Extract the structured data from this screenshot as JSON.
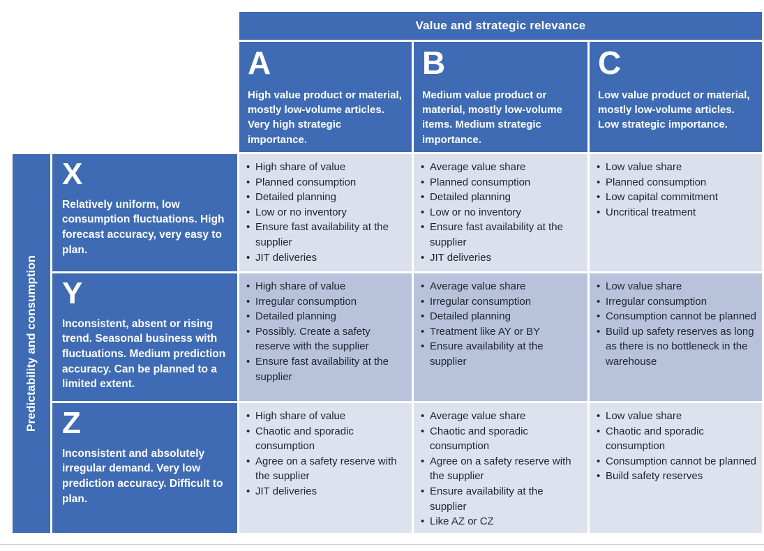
{
  "colors": {
    "header_blue": "#3e6bb3",
    "row_x_bg": "#dbe0ec",
    "row_y_bg": "#b8c3db",
    "row_z_bg": "#dde2ee",
    "header_text": "#ffffff",
    "cell_text": "#20252f"
  },
  "matrix": {
    "bullet_char": "•",
    "column_axis_title": "Value and strategic relevance",
    "row_axis_title": "Predictability and consumption",
    "columns": [
      {
        "key": "A",
        "description": "High value product or material, mostly low-volume articles. Very high strategic importance."
      },
      {
        "key": "B",
        "description": "Medium value product or material, mostly low-volume items. Medium strategic importance."
      },
      {
        "key": "C",
        "description": "Low value product or material, mostly low-volume articles. Low strategic importance."
      }
    ],
    "rows": [
      {
        "key": "X",
        "description": "Relatively uniform, low consumption fluctuations. High forecast accuracy, very easy to plan."
      },
      {
        "key": "Y",
        "description": "Inconsistent, absent or rising trend. Seasonal business with fluctuations. Medium prediction accuracy. Can be planned to a limited extent."
      },
      {
        "key": "Z",
        "description": "Inconsistent and absolutely irregular demand. Very low prediction accuracy. Difficult to plan."
      }
    ],
    "cells": {
      "AX": [
        "High share of value",
        "Planned consumption",
        "Detailed planning",
        "Low or no inventory",
        "Ensure fast availability at the supplier",
        "JIT deliveries"
      ],
      "BX": [
        "Average value share",
        "Planned consumption",
        "Detailed planning",
        "Low or no inventory",
        "Ensure fast availability at the supplier",
        "JIT deliveries"
      ],
      "CX": [
        "Low value share",
        "Planned consumption",
        "Low capital commitment",
        "Uncritical treatment"
      ],
      "AY": [
        "High share of value",
        "Irregular consumption",
        "Detailed planning",
        "Possibly. Create a safety reserve with the supplier",
        "Ensure fast availability at the supplier"
      ],
      "BY": [
        "Average value share",
        "Irregular consumption",
        "Detailed planning",
        "Treatment like AY or BY",
        "Ensure availability at the supplier"
      ],
      "CY": [
        "Low value share",
        "Irregular consumption",
        "Consumption cannot be planned",
        "Build up safety reserves as long as there is no bottleneck in the warehouse"
      ],
      "AZ": [
        "High share of value",
        "Chaotic and sporadic consumption",
        "Agree on a safety reserve with the supplier",
        "JIT deliveries"
      ],
      "BZ": [
        "Average value share",
        "Chaotic and sporadic consumption",
        "Agree on a safety reserve with the supplier",
        "Ensure availability at the supplier",
        "Like AZ or CZ"
      ],
      "CZ": [
        "Low value share",
        "Chaotic and sporadic consumption",
        "Consumption cannot be planned",
        "Build safety reserves"
      ]
    }
  }
}
